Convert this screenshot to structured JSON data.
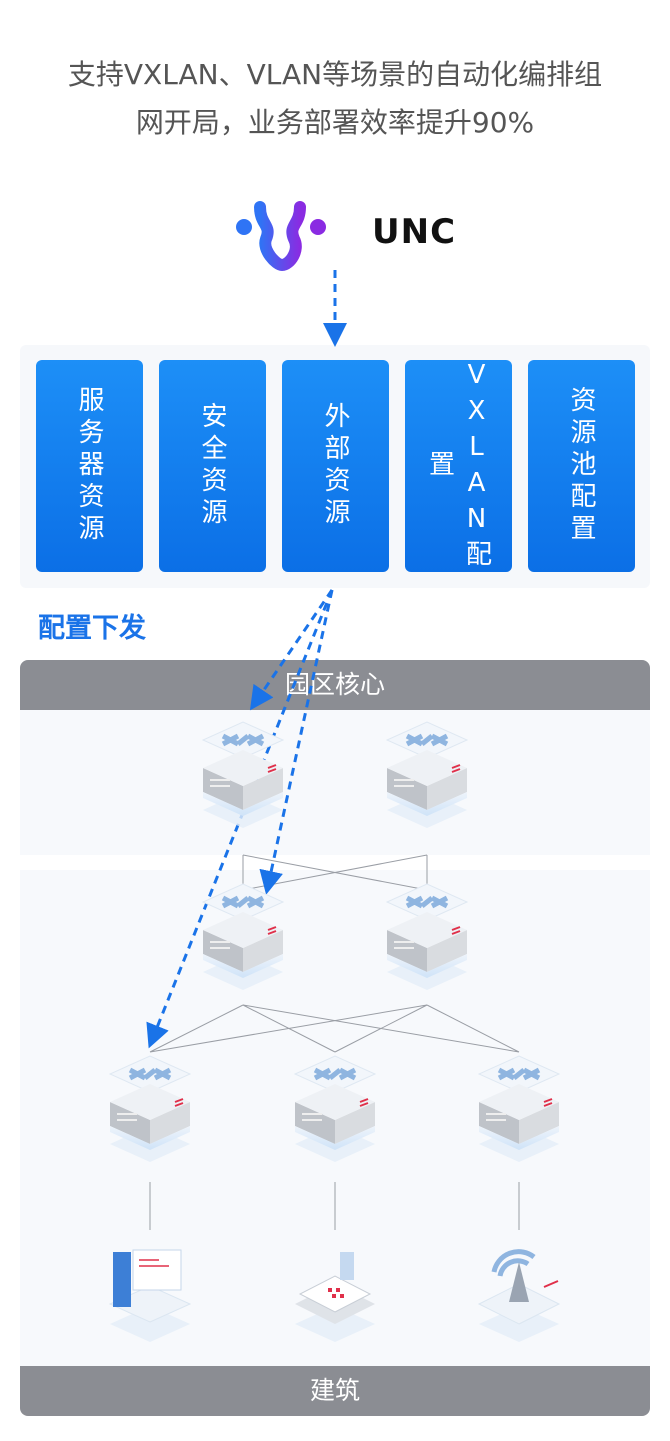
{
  "title": {
    "line1": "支持VXLAN、VLAN等场景的自动化编排组",
    "line2": "网开局，业务部署效率提升90%"
  },
  "logo": {
    "text": "UNC"
  },
  "cards": [
    {
      "label": "服务器资源"
    },
    {
      "label": "安全资源"
    },
    {
      "label": "外部资源"
    },
    {
      "label": "VXLAN配置"
    },
    {
      "label": "资源池配置"
    }
  ],
  "dispatch_label": "配置下发",
  "top_bar": "园区核心",
  "bottom_bar": "建筑",
  "colors": {
    "accent": "#1a73e8",
    "bar": "#8b8d93"
  }
}
